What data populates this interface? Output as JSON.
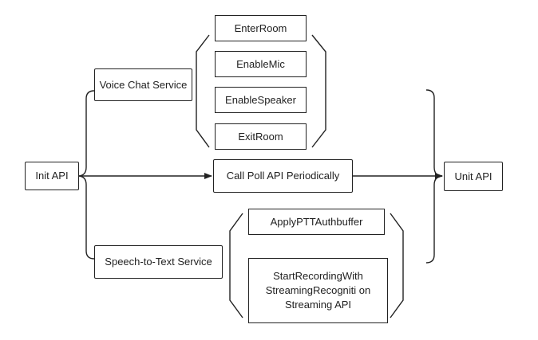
{
  "nodes": {
    "init_api": "Init API",
    "voice_chat_service": "Voice Chat Service",
    "enter_room": "EnterRoom",
    "enable_mic": "EnableMic",
    "enable_speaker": "EnableSpeaker",
    "exit_room": "ExitRoom",
    "call_poll_api": "Call Poll API Periodically",
    "unit_api": "Unit API",
    "speech_to_text_service": "Speech-to-Text Service",
    "apply_ptt_authbuffer": "ApplyPTTAuthbuffer",
    "start_recording": "StartRecordingWith StreamingRecogniti on Streaming API"
  },
  "colors": {
    "stroke": "#222222",
    "background": "#ffffff"
  }
}
